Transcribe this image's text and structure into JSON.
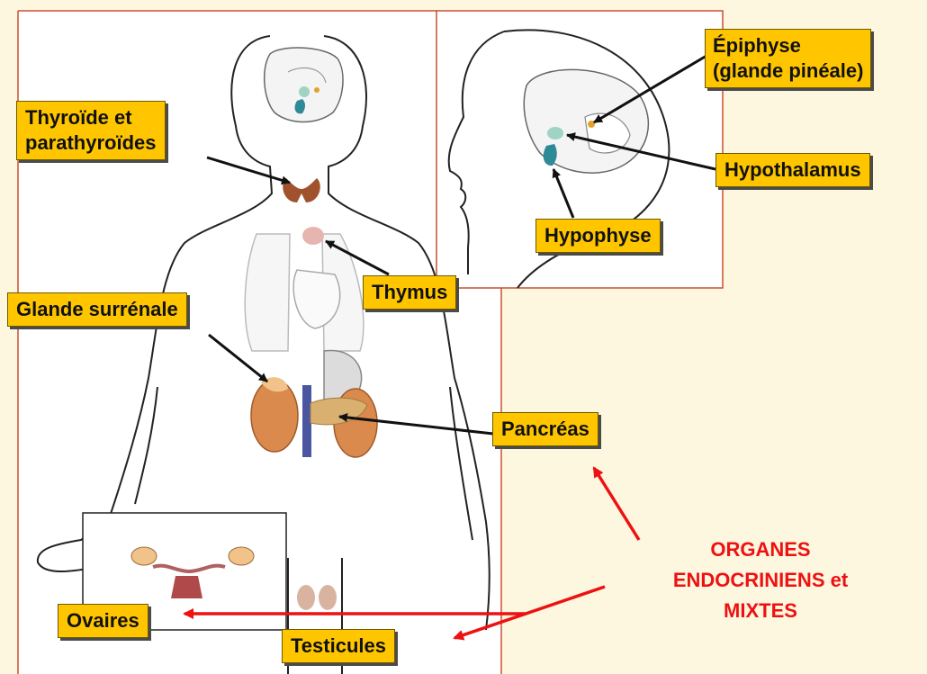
{
  "labels": {
    "thyroide": [
      "Thyroïde et",
      "parathyroïdes"
    ],
    "epiphyse": [
      "Épiphyse",
      "(glande pinéale)"
    ],
    "hypothalamus": "Hypothalamus",
    "hypophyse": "Hypophyse",
    "thymus": "Thymus",
    "glande_surrenale": "Glande surrénale",
    "pancreas": "Pancréas",
    "ovaires": "Ovaires",
    "testicules": "Testicules"
  },
  "callout": [
    "ORGANES",
    "ENDOCRINIENS et",
    "MIXTES"
  ],
  "colors": {
    "label_fill": "#ffc600",
    "callout_text": "#ee1111",
    "frame_border": "#c95030",
    "background": "#fdf7e0"
  }
}
